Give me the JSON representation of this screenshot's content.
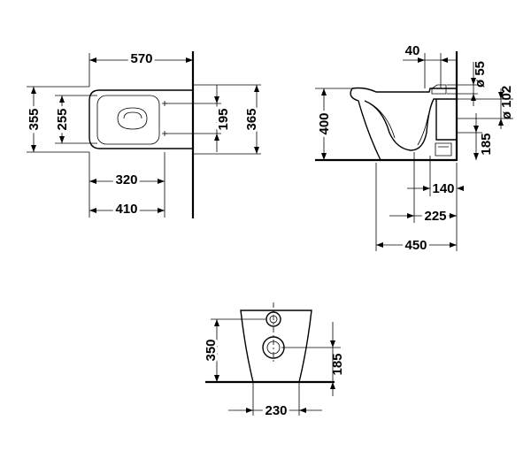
{
  "top_view": {
    "width_570": "570",
    "depth_355": "355",
    "depth_255": "255",
    "depth_195": "195",
    "depth_365": "365",
    "width_320": "320",
    "width_410": "410"
  },
  "side_view": {
    "offset_40": "40",
    "dia_55": "ø 55",
    "dia_102": "ø 102",
    "height_400": "400",
    "height_185": "185",
    "len_140": "140",
    "len_225": "225",
    "len_450": "450"
  },
  "back_view": {
    "height_350": "350",
    "height_185": "185",
    "width_230": "230"
  },
  "colors": {
    "line": "#000000",
    "background": "#ffffff"
  }
}
